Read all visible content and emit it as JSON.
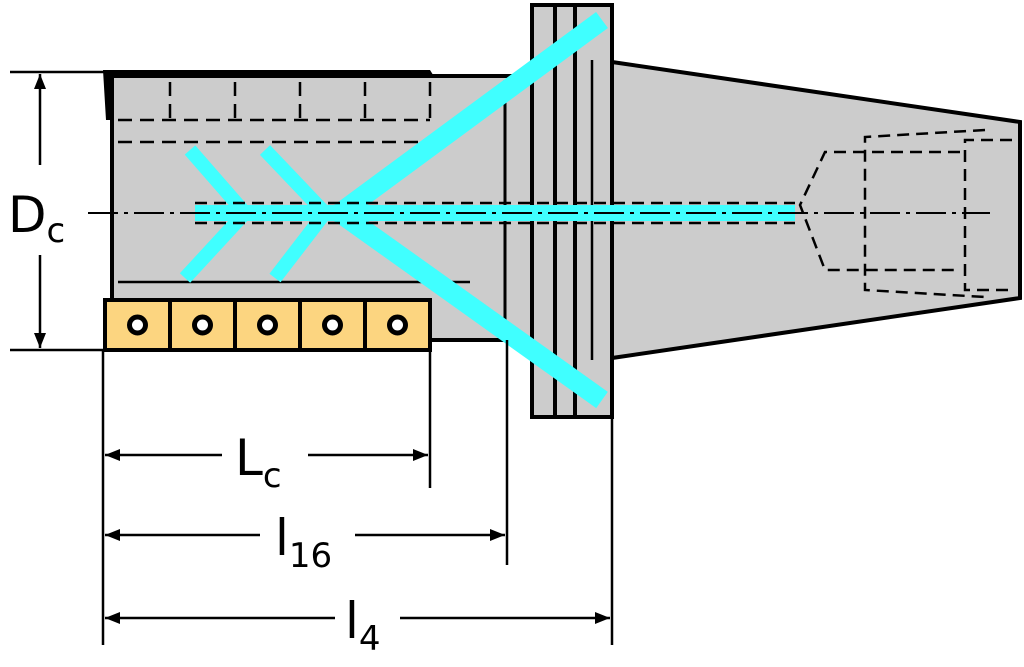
{
  "diagram": {
    "labels": {
      "dc": {
        "main": "D",
        "sub": "c"
      },
      "lc": {
        "main": "L",
        "sub": "c"
      },
      "l16": {
        "main": "l",
        "sub": "16"
      },
      "l4": {
        "main": "l",
        "sub": "4"
      }
    },
    "insert_count": 5,
    "colors": {
      "body": "#cccccc",
      "insert": "#fcd580",
      "coolant": "#40ffff",
      "line": "#000000"
    }
  }
}
